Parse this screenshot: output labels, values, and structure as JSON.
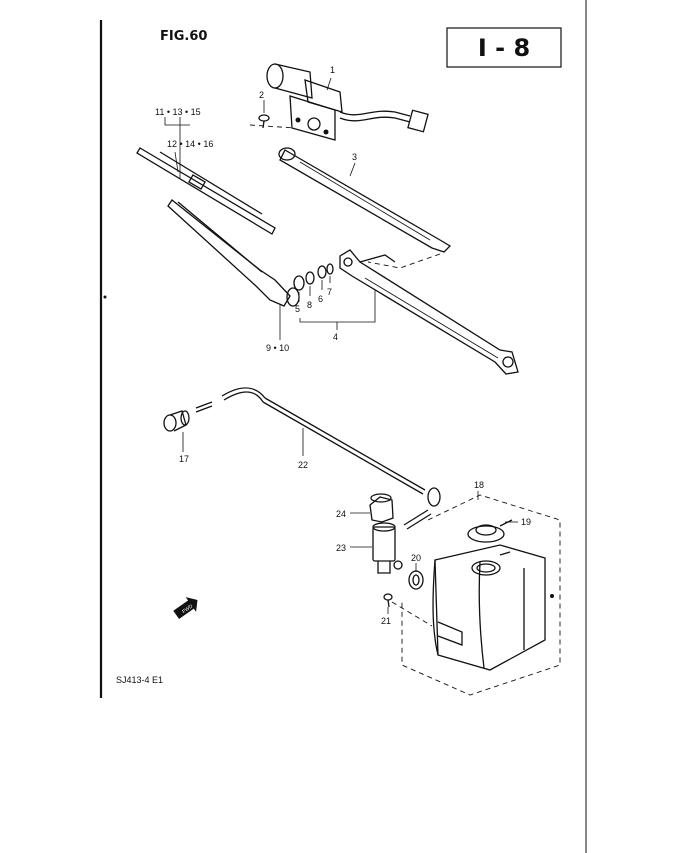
{
  "figure": {
    "title": "FIG.60",
    "section_code": "I - 8",
    "drawing_code": "SJ413-4 E1",
    "fwd_arrow_label": "FWD"
  },
  "callouts": {
    "p1": "1",
    "p2": "2",
    "p3": "3",
    "p4": "4",
    "p5": "5",
    "p6": "6",
    "p7": "7",
    "p8": "8",
    "p9_10": "9 • 10",
    "p11_13_15": "11 • 13 • 15",
    "p12_14_16": "12 • 14 • 16",
    "p17": "17",
    "p18": "18",
    "p19": "19",
    "p20": "20",
    "p21": "21",
    "p22": "22",
    "p23": "23",
    "p24": "24"
  }
}
